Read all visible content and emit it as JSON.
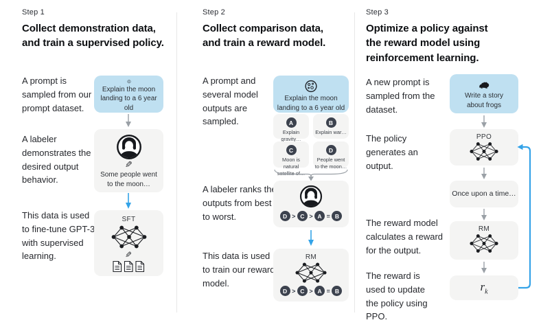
{
  "figure": "RLHF three-step training diagram",
  "colors": {
    "prompt_box_blue": "#bfe0f1",
    "model_box_gray": "#f4f4f3",
    "badge_dark": "#3c424e",
    "arrow_blue": "#33a3e8",
    "arrow_gray": "#9aa0a6"
  },
  "icons": {
    "moon": "moon-icon",
    "labeler": "labeler-icon",
    "pencil_glyph": "✎",
    "neural_net": "neural-net-icon",
    "documents": "documents-icon",
    "frog": "frog-icon"
  },
  "step1": {
    "step_label": "Step 1",
    "heading_line1": "Collect demonstration data,",
    "heading_line2": "and train a supervised policy.",
    "captions": {
      "prompt": "A prompt is sampled from our prompt dataset.",
      "labeler": "A labeler demonstrates the desired output behavior.",
      "finetune": "This data is used to fine-tune GPT-3 with supervised learning."
    },
    "prompt_box_text": "Explain the moon landing to a 6 year old",
    "labeler_box_text": "Some people went to the moon…",
    "sft_label": "SFT"
  },
  "step2": {
    "step_label": "Step 2",
    "heading_line1": "Collect comparison data,",
    "heading_line2": "and train a reward model.",
    "captions": {
      "sampled": "A prompt and several model outputs are sampled.",
      "ranks": "A labeler ranks the outputs from best to worst.",
      "train": "This data is used to train our reward model."
    },
    "prompt_box_text": "Explain the moon landing to a 6 year old",
    "outputs": [
      {
        "badge": "A",
        "text": "Explain gravity…"
      },
      {
        "badge": "B",
        "text": "Explain war…"
      },
      {
        "badge": "C",
        "text": "Moon is natural satellite of…"
      },
      {
        "badge": "D",
        "text": "People went to the moon…"
      }
    ],
    "ranking": {
      "r1": "D",
      "s1": ">",
      "r2": "C",
      "s2": ">",
      "r3": "A",
      "s3": "=",
      "r4": "B"
    },
    "rm_label": "RM"
  },
  "step3": {
    "step_label": "Step 3",
    "heading_line1": "Optimize a policy against",
    "heading_line2": "the reward model using",
    "heading_line3": "reinforcement learning.",
    "captions": {
      "new_prompt": "A new prompt is sampled from the dataset.",
      "policy": "The policy generates an output.",
      "reward_calc": "The reward model calculates a reward for the output.",
      "reward_update": "The reward is used to update the policy using PPO."
    },
    "prompt_box_text": "Write a story about frogs",
    "ppo_label": "PPO",
    "output_box_text": "Once upon a time…",
    "rm_label": "RM",
    "reward_symbol": "r",
    "reward_subscript": "k"
  }
}
